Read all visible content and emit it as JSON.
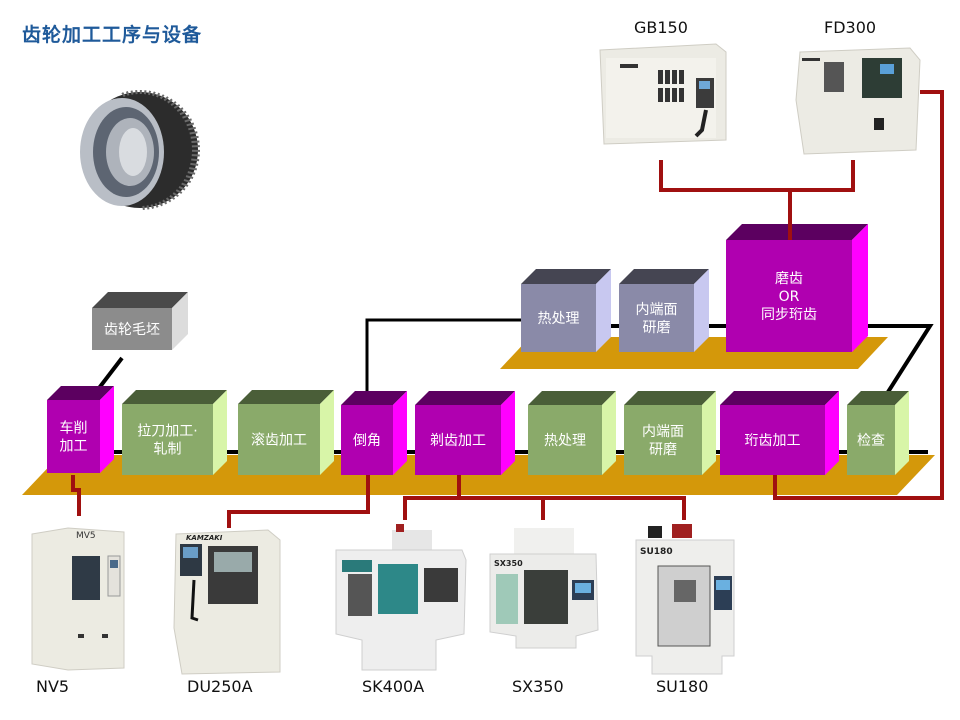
{
  "title": "齿轮加工工序与设备",
  "colors": {
    "title": "#1f5a9a",
    "platform": "#d4980a",
    "connector_red": "#a01010",
    "connector_black": "#000000",
    "magenta_front": "#b000b0",
    "magenta_top": "#5c0060",
    "magenta_side": "#ff00ff",
    "green_front": "#8aaa6a",
    "green_top": "#4a5e38",
    "green_side": "#d8f5a8",
    "gray_front": "#8c8c8c",
    "gray_top": "#4a4a4a",
    "gray_side": "#dcdcdc",
    "slate_front": "#8a8aa8",
    "slate_top": "#454552",
    "slate_side": "#c8c8f0"
  },
  "blank": {
    "label": "齿轮毛坯"
  },
  "main_row": [
    {
      "id": "turning",
      "line1": "车削",
      "line2": "加工",
      "type": "machined"
    },
    {
      "id": "broaching",
      "line1": "拉刀加工·",
      "line2": "轧制",
      "type": "process"
    },
    {
      "id": "hobbing",
      "line1": "滚齿加工",
      "line2": "",
      "type": "process"
    },
    {
      "id": "chamfer",
      "line1": "倒角",
      "line2": "",
      "type": "machined"
    },
    {
      "id": "shaving",
      "line1": "剃齿加工",
      "line2": "",
      "type": "machined"
    },
    {
      "id": "heat",
      "line1": "热处理",
      "line2": "",
      "type": "process"
    },
    {
      "id": "face-grind",
      "line1": "内端面",
      "line2": "研磨",
      "type": "process"
    },
    {
      "id": "honing",
      "line1": "珩齿加工",
      "line2": "",
      "type": "machined"
    },
    {
      "id": "inspect",
      "line1": "检查",
      "line2": "",
      "type": "process"
    }
  ],
  "upper_row": [
    {
      "id": "heat-upper",
      "line1": "热处理",
      "line2": "",
      "line3": ""
    },
    {
      "id": "face-grind-upper",
      "line1": "内端面",
      "line2": "研磨",
      "line3": ""
    },
    {
      "id": "grinding",
      "line1": "磨齿",
      "line2": "OR",
      "line3": "同步珩齿"
    }
  ],
  "machines": {
    "top": [
      {
        "model": "GB150"
      },
      {
        "model": "FD300"
      }
    ],
    "bottom": [
      {
        "model": "NV5"
      },
      {
        "model": "DU250A"
      },
      {
        "model": "SK400A"
      },
      {
        "model": "SX350"
      },
      {
        "model": "SU180"
      }
    ]
  }
}
